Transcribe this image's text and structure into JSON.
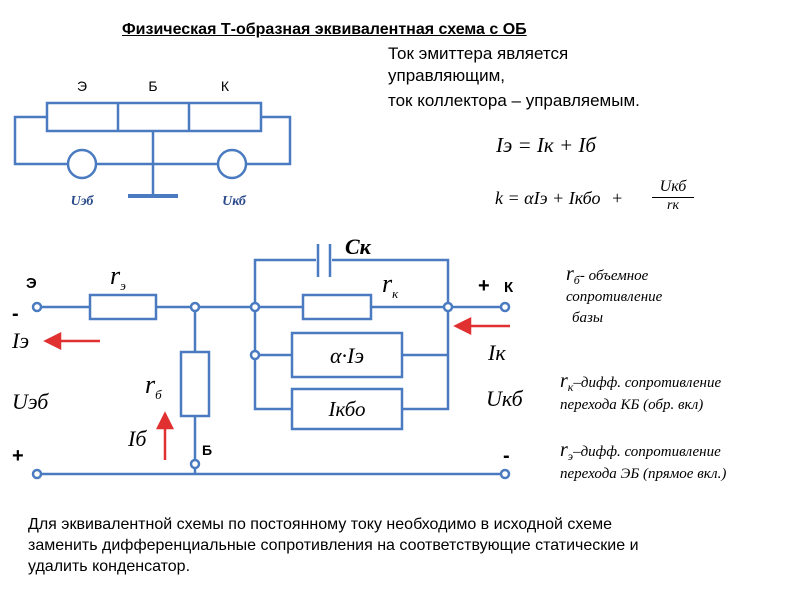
{
  "title": "Физическая Т-образная эквивалентная схема с ОБ",
  "intro": {
    "line1": "Ток эмиттера является",
    "line2": "управляющим,",
    "line3": "ток коллектора – управляемым."
  },
  "formula_current": "Iэ = Iк + Iб",
  "formula_k": {
    "lhs": "k",
    "eq": "=",
    "term1": "αIэ",
    "plus1": "+",
    "term2": "Iкбо",
    "plus2": "+",
    "numerator": "Uкб",
    "denominator": "rк"
  },
  "top_diagram": {
    "label_e": "Э",
    "label_b": "Б",
    "label_k": "К",
    "source_left": "Uэб",
    "source_right": "Uкб"
  },
  "circuit": {
    "node_e": "Э",
    "node_k": "К",
    "node_b": "Б",
    "minus_left": "-",
    "plus_left": "+",
    "plus_right": "+",
    "minus_right": "-",
    "re": "r",
    "re_sub": "э",
    "rk": "r",
    "rk_sub": "к",
    "rb": "r",
    "rb_sub": "б",
    "ck": "Cк",
    "source_alpha": "α·Iэ",
    "source_ikbo": "Iкбо",
    "current_e": "Iэ",
    "current_b": "Iб",
    "current_k": "Iк",
    "voltage_left": "Uэб",
    "voltage_right": "Uкб"
  },
  "notes": [
    {
      "sym": "r",
      "sub": "б",
      "text": "- объемное",
      "extra1": "сопротивление",
      "extra2": "базы"
    },
    {
      "sym": "r",
      "sub": "к",
      "text": "–дифф. сопротивление",
      "extra1": "перехода КБ (обр. вкл)"
    },
    {
      "sym": "r",
      "sub": "э",
      "text": "–дифф. сопротивление",
      "extra1": "перехода ЭБ (прямое вкл.)"
    }
  ],
  "footer": {
    "line1": "Для эквивалентной схемы по постоянному току необходимо в исходной схеме",
    "line2": "заменить дифференциальные сопротивления на соответствующие  статические и",
    "line3": "удалить конденсатор."
  },
  "colors": {
    "wire": "#4a7bc0",
    "arrow": "#e03030",
    "text": "#000000"
  }
}
